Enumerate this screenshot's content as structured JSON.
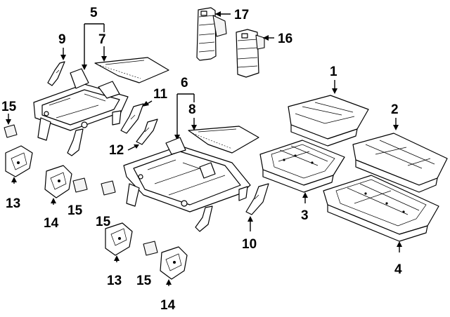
{
  "callouts": {
    "c1": "1",
    "c2": "2",
    "c3": "3",
    "c4": "4",
    "c5": "5",
    "c6": "6",
    "c7": "7",
    "c8": "8",
    "c9": "9",
    "c10": "10",
    "c11": "11",
    "c12": "12",
    "c13a": "13",
    "c13b": "13",
    "c14a": "14",
    "c14b": "14",
    "c15a": "15",
    "c15b": "15",
    "c15c": "15",
    "c15d": "15",
    "c16": "16",
    "c17": "17"
  },
  "colors": {
    "line": "#000000",
    "background": "#ffffff"
  }
}
